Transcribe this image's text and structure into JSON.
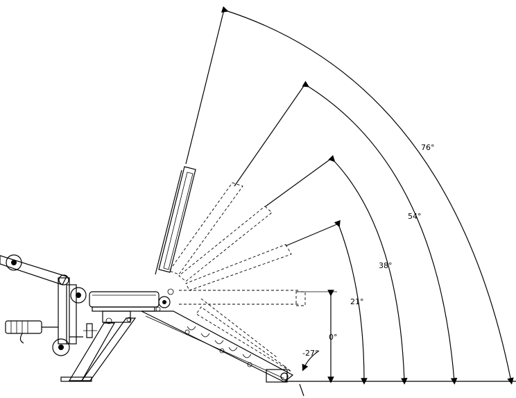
{
  "angles": [
    {
      "value": "76°"
    },
    {
      "value": "54°"
    },
    {
      "value": "38°"
    },
    {
      "value": "21°"
    },
    {
      "value": "0°"
    },
    {
      "value": "-27°"
    }
  ]
}
